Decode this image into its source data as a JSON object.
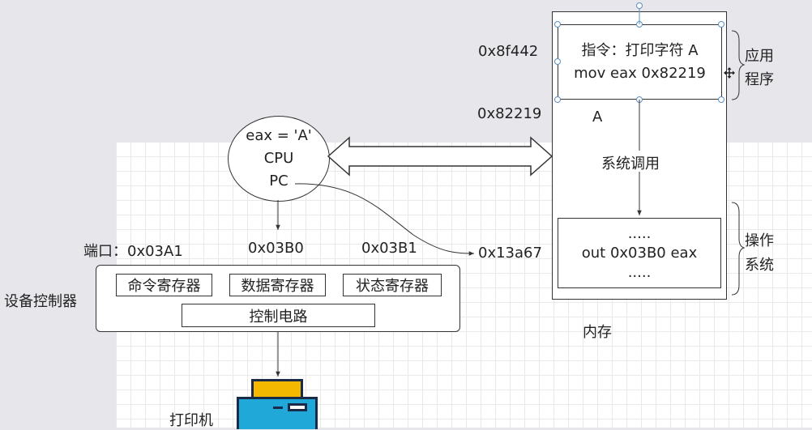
{
  "memory": {
    "addr_app": "0x8f442",
    "addr_data": "0x82219",
    "addr_os": "0x13a67",
    "app_line1": "指令：打印字符 A",
    "app_line2": "mov eax 0x82219",
    "data_value": "A",
    "syscall": "系统调用",
    "os_line1": ".....",
    "os_line2": "out 0x03B0 eax",
    "os_line3": ".....",
    "label": "内存"
  },
  "brackets": {
    "app_line1": "应用",
    "app_line2": "程序",
    "os_line1": "操作",
    "os_line2": "系统"
  },
  "cpu": {
    "line1": "eax = 'A'",
    "line2": "CPU",
    "line3": "PC"
  },
  "ports": {
    "label": "端口：0x03A1",
    "p2": "0x03B0",
    "p3": "0x03B1"
  },
  "controller": {
    "label": "设备控制器",
    "reg_cmd": "命令寄存器",
    "reg_data": "数据寄存器",
    "reg_status": "状态寄存器",
    "circuit": "控制电路"
  },
  "printer": {
    "label": "打印机"
  },
  "colors": {
    "printer_top": "#f5b800",
    "printer_body": "#1fa8d8",
    "selection": "#5b8fbf"
  }
}
